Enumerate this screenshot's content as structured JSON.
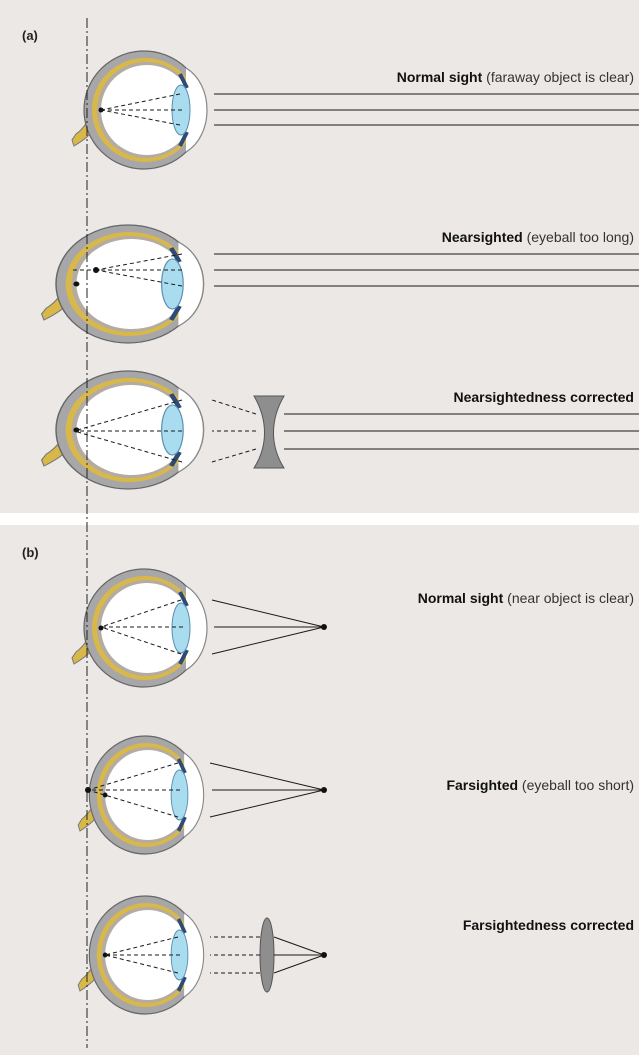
{
  "panels": {
    "a": {
      "label": "(a)"
    },
    "b": {
      "label": "(b)"
    }
  },
  "captions": {
    "a1": {
      "bold": "Normal sight",
      "detail": " (faraway object is clear)"
    },
    "a2": {
      "bold": "Nearsighted",
      "detail": " (eyeball too long)"
    },
    "a3": {
      "bold": "Nearsightedness corrected",
      "detail": ""
    },
    "b1": {
      "bold": "Normal sight",
      "detail": " (near object is clear)"
    },
    "b2": {
      "bold": "Farsighted",
      "detail": " (eyeball too short)"
    },
    "b3": {
      "bold": "Farsightedness corrected",
      "detail": ""
    }
  },
  "colors": {
    "panel_bg": "#ebe8e6",
    "sclera": "#9a9a9c",
    "choroid": "#d9b84a",
    "lens": "#a9dcee",
    "iris": "#2d4a78",
    "corrective_lens": "#8e8e8e",
    "ray": "#1a1a1a"
  }
}
